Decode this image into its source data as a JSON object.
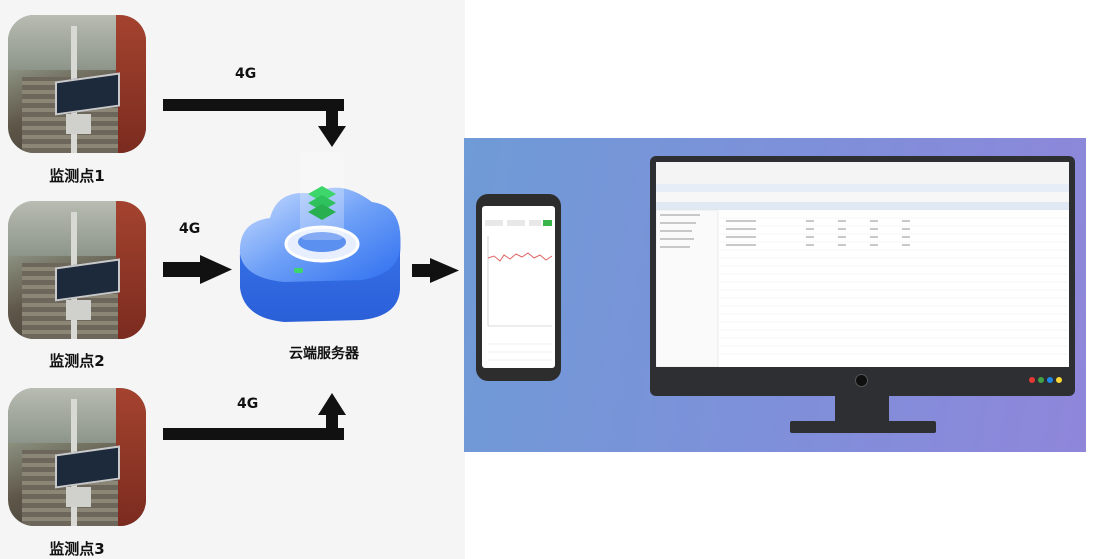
{
  "sites": [
    {
      "label": "监测点1"
    },
    {
      "label": "监测点2"
    },
    {
      "label": "监测点3"
    }
  ],
  "links": [
    {
      "label": "4G"
    },
    {
      "label": "4G"
    },
    {
      "label": "4G"
    }
  ],
  "cloud": {
    "label": "云端服务器"
  },
  "colors": {
    "arrow": "#111111",
    "cloud": "#3f7cf2",
    "cloud_top": "#e7efff",
    "server_icon": "#3dd66b",
    "left_bg": "#f5f5f5"
  },
  "icons": {
    "cloud": "cloud-server-icon",
    "stack": "server-stack-icon",
    "phone": "smartphone-icon",
    "monitor": "desktop-monitor-icon"
  }
}
